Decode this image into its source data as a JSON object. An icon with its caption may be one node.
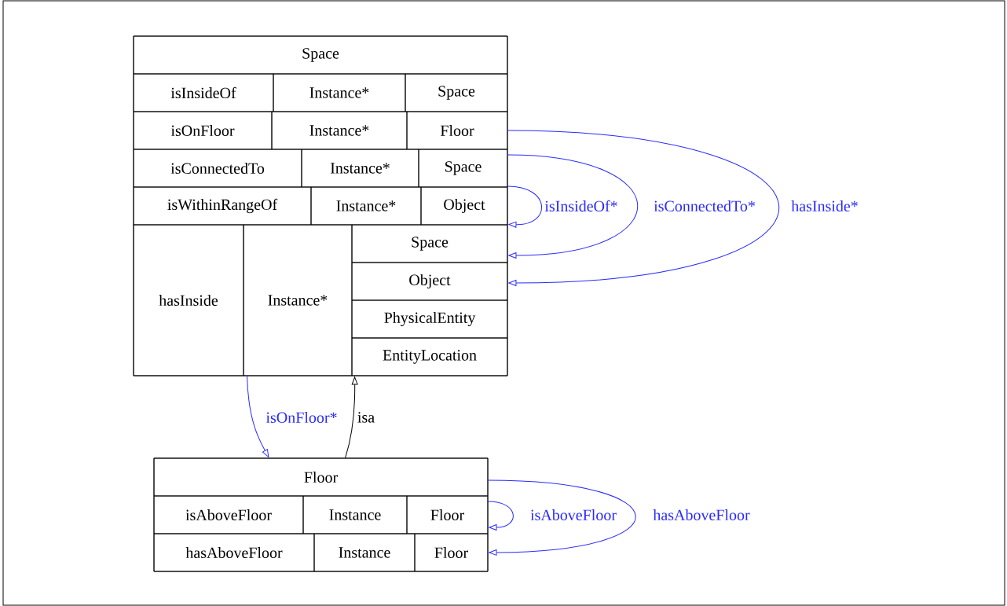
{
  "diagram": {
    "nodes": [
      {
        "text": [],
        "shape": "box"
      },
      {
        "text": [
          "Space"
        ],
        "in": 0
      },
      {
        "text": [
          "isInsideOf"
        ],
        "in": 0
      },
      {
        "text": [
          "Instance*"
        ],
        "in": 0
      },
      {
        "text": [
          "Space"
        ],
        "in": 0
      },
      {
        "text": [
          "isOnFloor"
        ],
        "in": 0
      },
      {
        "text": [
          "Instance*"
        ],
        "in": 0
      },
      {
        "text": [
          "Floor"
        ],
        "in": 0
      },
      {
        "text": [
          "isConnectedTo"
        ],
        "in": 0
      },
      {
        "text": [
          "Instance*"
        ],
        "in": 0
      },
      {
        "text": [
          "Space"
        ],
        "in": 0
      },
      {
        "text": [
          "isWithinRangeOf"
        ],
        "in": 0
      },
      {
        "text": [
          "Instance*"
        ],
        "in": 0
      },
      {
        "text": [
          "Object"
        ],
        "in": 0
      },
      {
        "text": [
          "hasInside"
        ],
        "in": 0
      },
      {
        "text": [
          "Instance*"
        ],
        "in": 0
      },
      {
        "text": [
          "Space"
        ],
        "in": 0
      },
      {
        "text": [
          "Object"
        ],
        "in": 0
      },
      {
        "text": [
          "PhysicalEntity"
        ],
        "in": 0
      },
      {
        "text": [
          "EntityLocation"
        ],
        "in": 0
      },
      {
        "text": [],
        "shape": "box"
      },
      {
        "text": [
          "Floor"
        ],
        "in": 20
      },
      {
        "text": [
          "isAboveFloor"
        ],
        "in": 20
      },
      {
        "text": [
          "Instance"
        ],
        "in": 20
      },
      {
        "text": [
          "Floor"
        ],
        "in": 20
      },
      {
        "text": [
          "hasAboveFloor"
        ],
        "in": 20
      },
      {
        "text": [
          "Instance"
        ],
        "in": 20
      },
      {
        "text": [
          "Floor"
        ],
        "in": 20
      }
    ],
    "edges": [
      {
        "from": 13,
        "to": 16,
        "arrow": "to",
        "label": "isInsideOf*"
      },
      {
        "from": 10,
        "to": 16,
        "arrow": "to",
        "label": "isConnectedTo*"
      },
      {
        "from": 7,
        "to": 17,
        "arrow": "to",
        "label": "hasInside*"
      },
      {
        "from": 15,
        "to": 21,
        "arrow": "to",
        "label": "isOnFloor*"
      },
      {
        "from": 21,
        "to": 0,
        "arrow": "to",
        "label": "isa",
        "color": "#000000"
      },
      {
        "from": 24,
        "to": 24,
        "arrow": "to",
        "label": "isAboveFloor"
      },
      {
        "from": 21,
        "to": 27,
        "arrow": "to",
        "label": "hasAboveFloor"
      }
    ]
  }
}
